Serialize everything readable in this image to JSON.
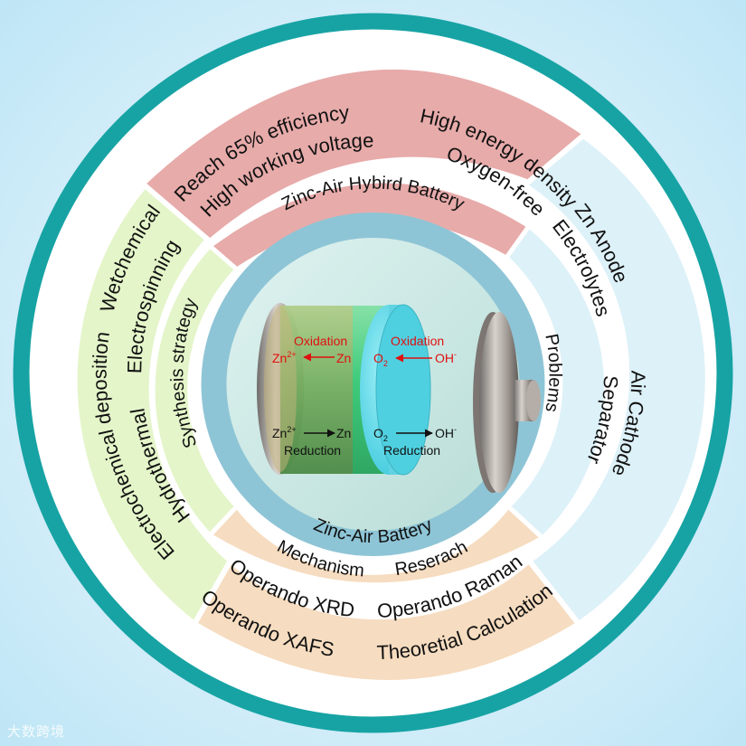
{
  "colors": {
    "background": "#cdeefa",
    "outer_ring": "#17a3a4",
    "red_band": "#e7abaa",
    "green_band": "#e4f5c9",
    "blue_band": "#ddf1f8",
    "tan_band": "#f6dcc0",
    "inner_disk": "#8ec5d6",
    "reaction_red": "#e01010"
  },
  "outer_ring": {
    "red_band_items": [
      "Reach 65% efficiency",
      "High energy density",
      "High working voltage",
      "Oxygen-free"
    ],
    "blue_band_items": [
      "Zn Anode",
      "Electrolytes",
      "Air Cathode",
      "Separator"
    ],
    "green_band_items": [
      "Wetchemical",
      "Electrospinning",
      "Electrochemical deposition",
      "Hydrothermal"
    ],
    "tan_band_items": [
      "Operando XRD",
      "Operando Raman",
      "Operando XAFS",
      "Theoretial Calculation"
    ]
  },
  "inner_ring": {
    "red_label": "Zinc-Air Hybird Battery",
    "blue_label": "Problems",
    "green_label": "Synthesis strategy",
    "tan_label_left": "Mechanism",
    "tan_label_right": "Reserach"
  },
  "center": {
    "title": "Zinc-Air Battery",
    "anode_oxidation": {
      "label": "Oxidation",
      "left": "Zn",
      "left_charge": "2+",
      "right": "Zn"
    },
    "cathode_oxidation": {
      "label": "Oxidation",
      "left": "O",
      "left_sub": "2",
      "right": "OH",
      "right_charge": "-"
    },
    "anode_reduction": {
      "label": "Reduction",
      "left": "Zn",
      "left_charge": "2+",
      "right": "Zn"
    },
    "cathode_reduction": {
      "label": "Reduction",
      "left": "O",
      "left_sub": "2",
      "right": "OH",
      "right_charge": "-"
    }
  },
  "watermark": "大数跨境"
}
